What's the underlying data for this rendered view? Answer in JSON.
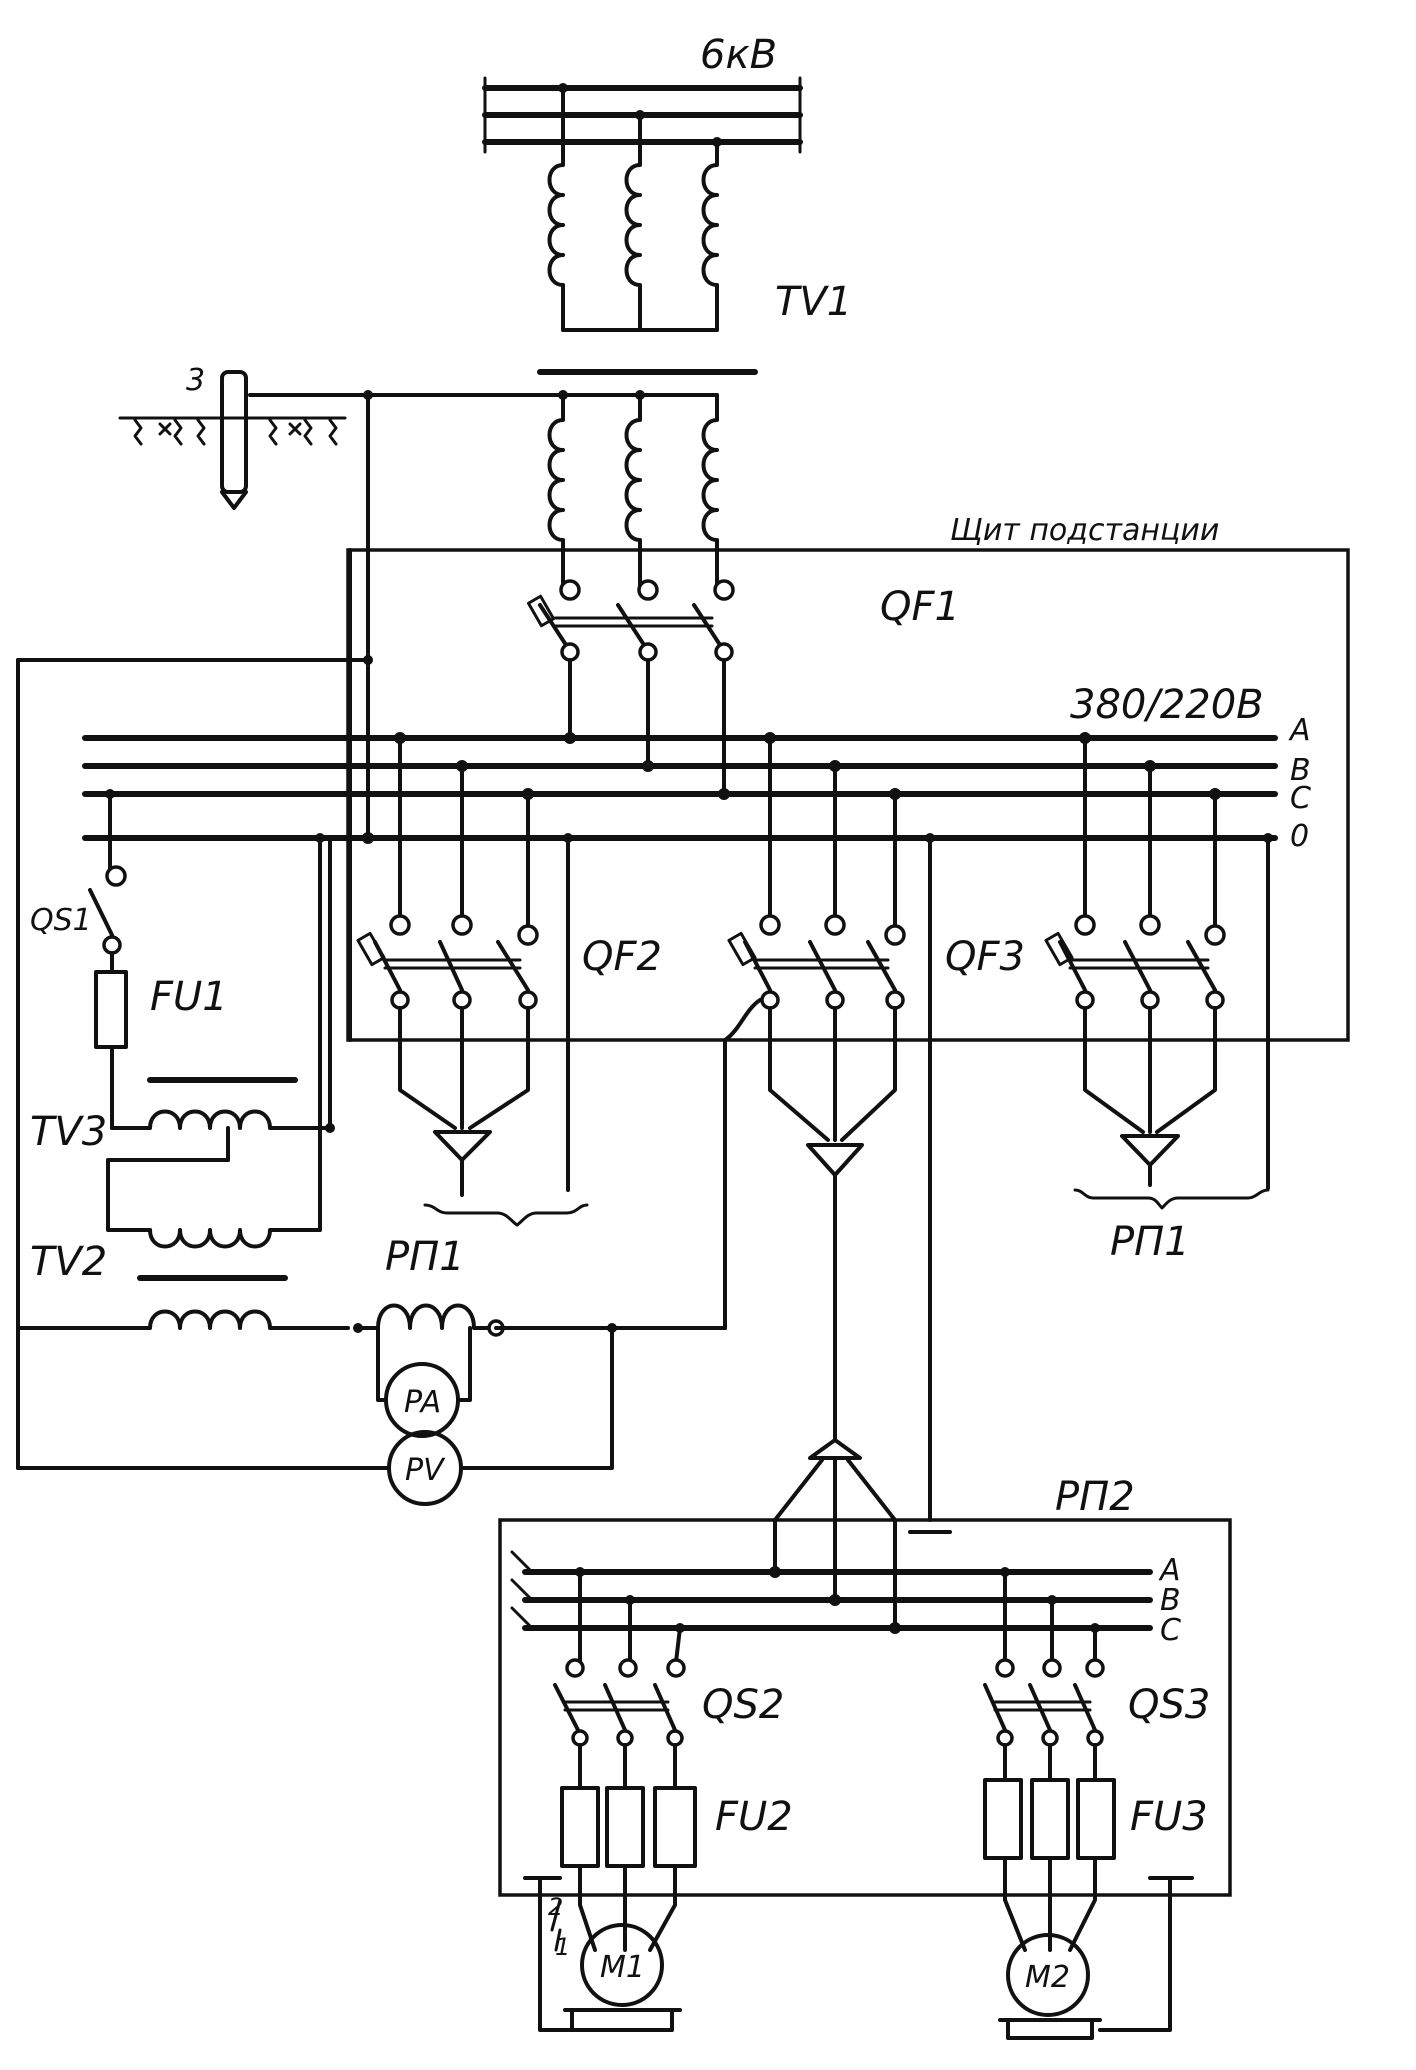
{
  "labels": {
    "hv_bus": "6кВ",
    "transformer_main": "TV1",
    "ground": "3",
    "panel_title": "Щит подстанции",
    "breaker_main": "QF1",
    "lv_bus": "380/220В",
    "phase_a": "A",
    "phase_b": "B",
    "phase_c": "C",
    "phase_n": "0",
    "switch_qs1": "QS1",
    "fuse_fu1": "FU1",
    "transformer_tv3": "TV3",
    "transformer_tv2": "TV2",
    "breaker_qf2": "QF2",
    "breaker_qf3": "QF3",
    "relay_rp1_left": "РП1",
    "relay_rp1_right": "РП1",
    "ammeter": "PA",
    "voltmeter": "PV",
    "panel_rp2": "РП2",
    "rp2_phase_a": "A",
    "rp2_phase_b": "B",
    "rp2_phase_c": "C",
    "switch_qs2": "QS2",
    "switch_qs3": "QS3",
    "fuse_fu2": "FU2",
    "fuse_fu3": "FU3",
    "motor_m1": "M1",
    "motor_m2": "M2",
    "marker_1": "1",
    "marker_2": "2"
  }
}
